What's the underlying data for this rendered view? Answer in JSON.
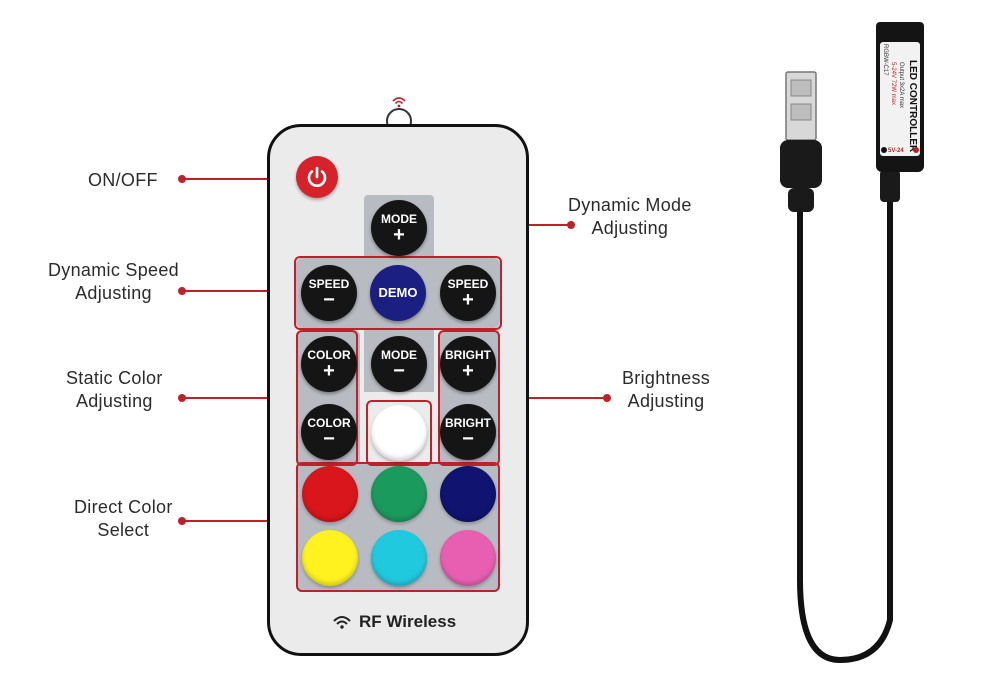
{
  "labels": {
    "on_off": "ON/OFF",
    "dynamic_mode": [
      "Dynamic  Mode",
      "Adjusting"
    ],
    "dynamic_speed": [
      "Dynamic  Speed",
      "Adjusting"
    ],
    "static_color": [
      "Static  Color",
      "Adjusting"
    ],
    "brightness": [
      "Brightness",
      "Adjusting"
    ],
    "direct_color": [
      "Direct Color",
      "Select"
    ]
  },
  "buttons": {
    "mode_plus": {
      "label": "MODE",
      "sym": "+"
    },
    "speed_minus": {
      "label": "SPEED",
      "sym": "−"
    },
    "demo": {
      "label": "DEMO"
    },
    "speed_plus": {
      "label": "SPEED",
      "sym": "+"
    },
    "color_plus": {
      "label": "COLOR",
      "sym": "+"
    },
    "mode_minus": {
      "label": "MODE",
      "sym": "−"
    },
    "bright_plus": {
      "label": "BRIGHT",
      "sym": "+"
    },
    "color_minus": {
      "label": "COLOR",
      "sym": "−"
    },
    "bright_minus": {
      "label": "BRIGHT",
      "sym": "−"
    }
  },
  "swatches": [
    "#ffffff",
    "#d9161b",
    "#1b9a5e",
    "#101470",
    "#fff21e",
    "#21c9df",
    "#e85fb2"
  ],
  "remote": {
    "footer": "RF  Wireless"
  },
  "controller": {
    "title": "LED CONTROLLER",
    "line1": "Output 3x2A max",
    "line2": "5-24V 72W max",
    "model": "RGBW-C17",
    "badge": "5V-24"
  },
  "colors": {
    "accent": "#c0202a",
    "panel": "#b8bcc2",
    "button": "#151515"
  }
}
